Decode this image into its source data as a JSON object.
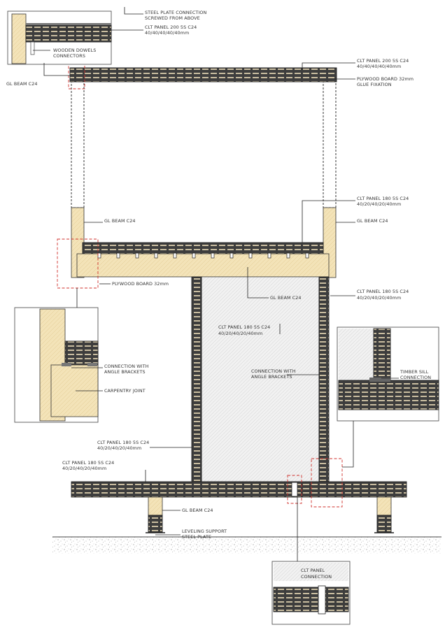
{
  "labels": {
    "steel_plate": [
      "STEEL PLATE CONNECTION",
      "SCREWED FROM ABOVE"
    ],
    "clt_top_inset": [
      "CLT PANEL 200 5S C24",
      "40/40/40/40/40mm"
    ],
    "wooden_dowels": [
      "WOODEN DOWELS",
      "CONNECTORS"
    ],
    "gl_beam_top_left": "GL BEAM C24",
    "clt_roof": [
      "CLT PANEL 200 5S C24",
      "40/40/40/40/40mm"
    ],
    "plywood_glue": [
      "PLYWOOD BOARD 32mm",
      "GLUE FIXATION"
    ],
    "clt_floor_upper": [
      "CLT PANEL 180 5S C24",
      "40/20/40/20/40mm"
    ],
    "gl_beam_mid_left": "GL BEAM C24",
    "gl_beam_mid_right": "GL BEAM C24",
    "plywood_32": "PLYWOOD BOARD 32mm",
    "gl_beam_center": "GL BEAM C24",
    "clt_right_wall": [
      "CLT PANEL 180 5S C24",
      "40/20/40/20/40mm"
    ],
    "clt_center": [
      "CLT PANEL 180 5S C24",
      "40/20/40/20/40mm"
    ],
    "angle_brackets_left": [
      "CONNECTION WITH",
      "ANGLE BRACKETS"
    ],
    "carpentry_joint": "CARPENTRY JOINT",
    "angle_brackets_center": [
      "CONNECTION WITH",
      "ANGLE BRACKETS"
    ],
    "timber_sill": [
      "TIMBER SILL",
      "CONNECTION"
    ],
    "clt_left_wall": [
      "CLT PANEL 180 5S C24",
      "40/20/40/20/40mm"
    ],
    "clt_base": [
      "CLT PANEL 180 5S C24",
      "40/20/40/20/40mm"
    ],
    "gl_beam_bottom": "GL BEAM C24",
    "leveling": [
      "LEVELING SUPPORT",
      "STEEL PLATE"
    ],
    "clt_connection": [
      "CLT PANEL",
      "CONNECTION"
    ]
  },
  "colors": {
    "clt_dark": "#3d3d3d",
    "clt_light": "#c9bda0",
    "glulam": "#f3e3b8",
    "highlight_dash": "#d0312d",
    "wall_hatch": "#e6e6e6"
  }
}
